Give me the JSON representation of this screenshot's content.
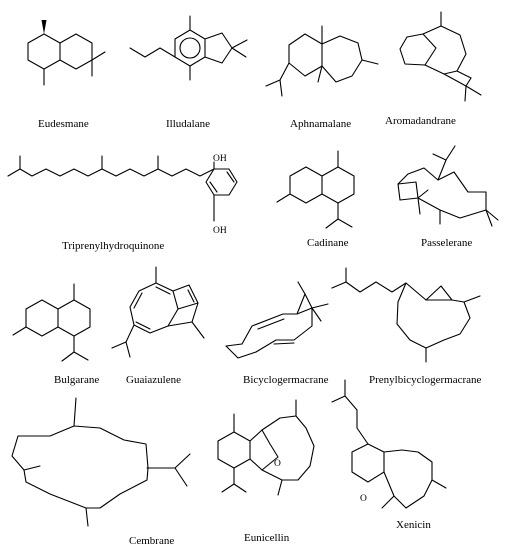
{
  "compounds": [
    {
      "id": "eudesmane",
      "name": "Eudesmane"
    },
    {
      "id": "illudalane",
      "name": "Illudalane"
    },
    {
      "id": "aphnamalane",
      "name": "Aphnamalane"
    },
    {
      "id": "aromadandrane",
      "name": "Aromadandrane"
    },
    {
      "id": "triprenylhydroquinone",
      "name": "Triprenylhydroquinone"
    },
    {
      "id": "cadinane",
      "name": "Cadinane"
    },
    {
      "id": "passelerane",
      "name": "Passelerane"
    },
    {
      "id": "bulgarane",
      "name": "Bulgarane"
    },
    {
      "id": "guaiazulene",
      "name": "Guaiazulene"
    },
    {
      "id": "bicyclogermacrane",
      "name": "Bicyclogermacrane"
    },
    {
      "id": "prenylbicyclogermacrane",
      "name": "Prenylbicyclogermacrane"
    },
    {
      "id": "cembrane",
      "name": "Cembrane"
    },
    {
      "id": "eunicellin",
      "name": "Eunicellin"
    },
    {
      "id": "xenicin",
      "name": "Xenicin"
    }
  ],
  "atom_labels": {
    "hydroxyl_top": "OH",
    "hydroxyl_bottom": "OH",
    "eunicellin_oxygen": "O",
    "xenicin_oxygen": "O"
  }
}
